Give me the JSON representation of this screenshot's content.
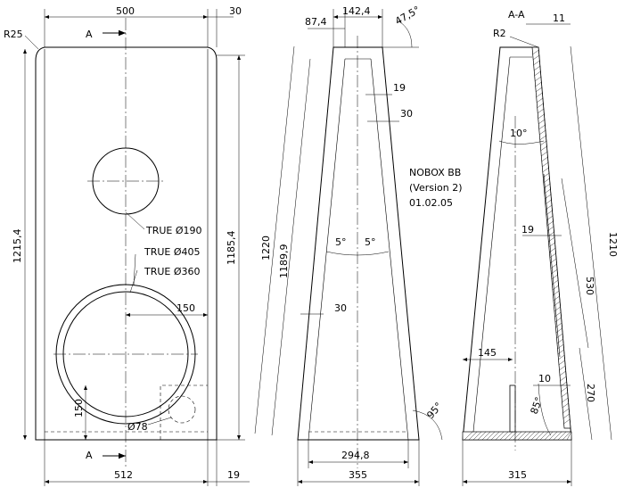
{
  "front_view": {
    "dim_width_top": "500",
    "dim_side_top": "30",
    "radius_label": "R25",
    "section_mark": "A",
    "dim_height_left": "1215,4",
    "dim_height_right": "1185,4",
    "hole_190": "TRUE Ø190",
    "hole_405": "TRUE Ø405",
    "hole_360": "TRUE Ø360",
    "dim_150_h": "150",
    "dim_150_v": "150",
    "port_78": "Ø78",
    "dim_width_bottom": "512",
    "dim_side_bottom": "19"
  },
  "side_view": {
    "dim_87": "87,4",
    "dim_142": "142,4",
    "angle_top": "47,5°",
    "dim_19": "19",
    "dim_30_top": "30",
    "dim_1220": "1220",
    "dim_1189": "1189,9",
    "angle_left": "5°",
    "angle_right": "5°",
    "dim_30_mid": "30",
    "angle_bottom": "95°",
    "dim_294": "294,8",
    "dim_355": "355"
  },
  "title_block": {
    "name": "NOBOX BB",
    "version": "(Version 2)",
    "date": "01.02.05"
  },
  "section_view": {
    "title": "A-A",
    "dim_11": "11",
    "radius_r2": "R2",
    "angle_10": "10°",
    "dim_19": "19",
    "dim_530": "530",
    "dim_1210": "1210",
    "dim_145": "145",
    "dim_10": "10",
    "angle_85": "85°",
    "dim_270": "270",
    "dim_315": "315"
  }
}
